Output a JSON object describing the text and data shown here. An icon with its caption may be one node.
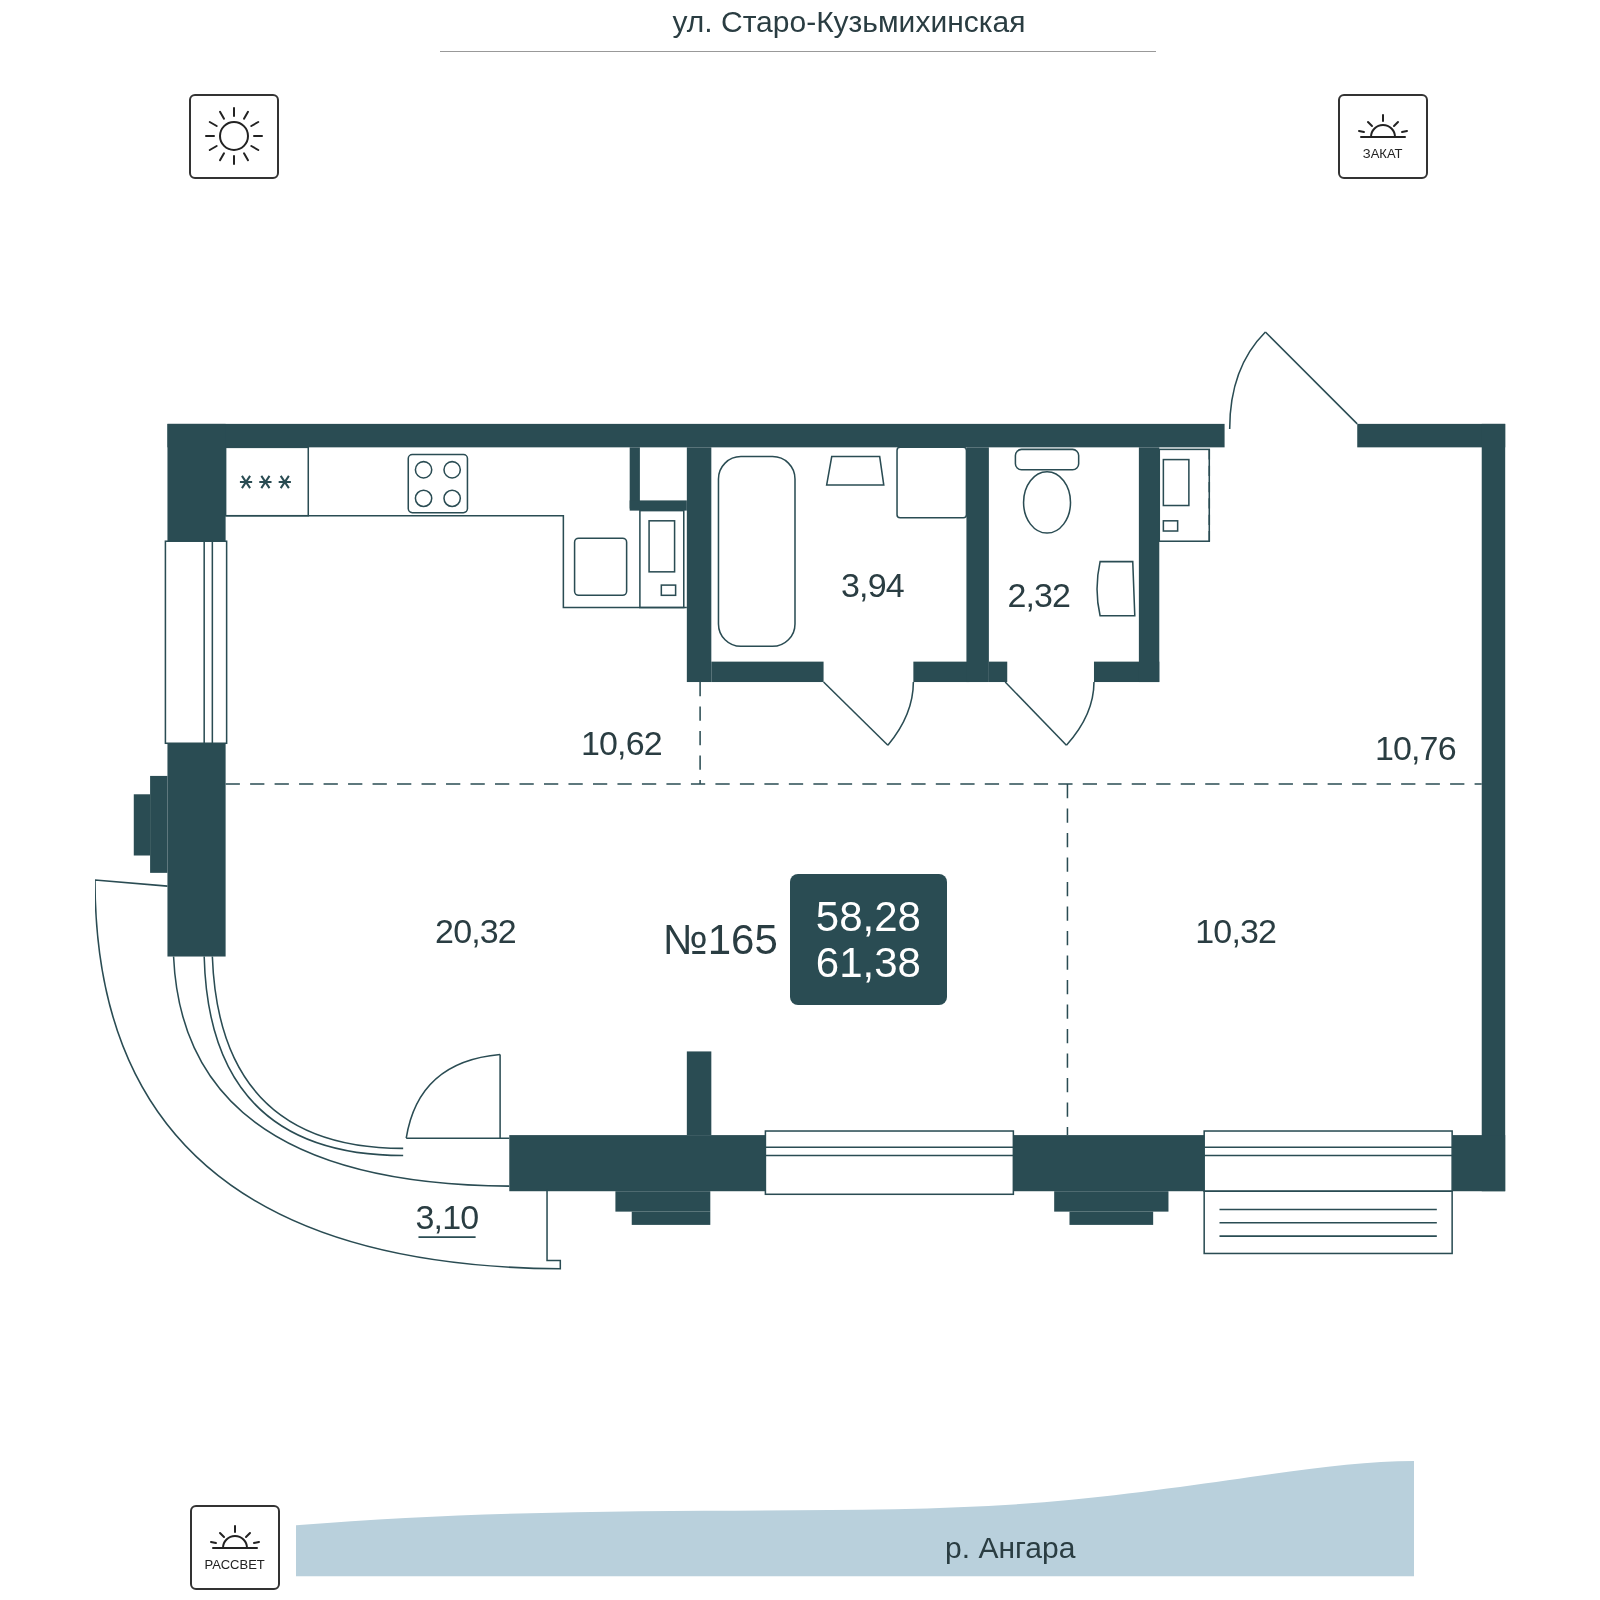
{
  "diagram": {
    "nodes": [
      {
        "text": [],
        "shape": "box"
      },
      {
        "text": [
          "ЗАКАТ"
        ]
      },
      {
        "text": [
          "58,28",
          "61,38"
        ],
        "beside": [
          "№165"
        ]
      },
      {
        "text": [
          "РАССВЕТ"
        ]
      }
    ],
    "labels": [
      "ул. Старо-Кузьмихинская",
      "3,94",
      "2,32",
      "10,62",
      "10,76",
      "20,32",
      "10,32",
      "3,10",
      "р. Ангара"
    ]
  }
}
